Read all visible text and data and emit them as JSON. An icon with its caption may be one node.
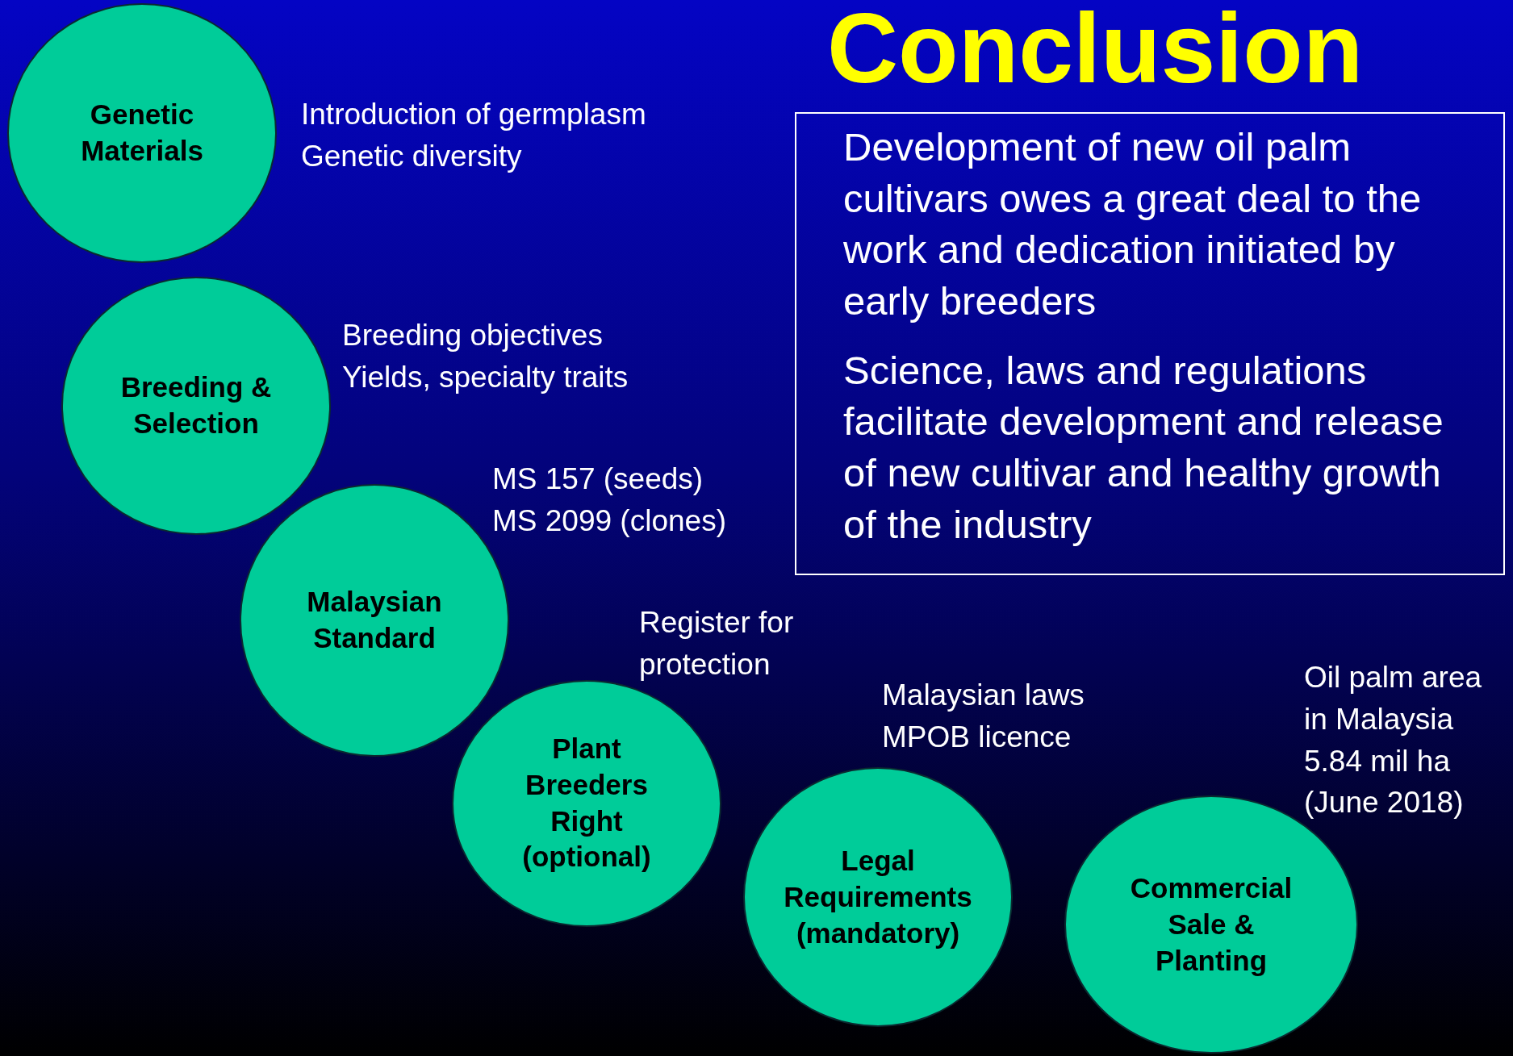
{
  "diagram": {
    "title": "Conclusion",
    "nodes": [
      {
        "text": [
          "Genetic Materials"
        ],
        "beside": [
          "Introduction of germplasm",
          "Genetic diversity"
        ]
      },
      {
        "text": [
          "Breeding & Selection"
        ],
        "beside": [
          "Breeding objectives",
          "Yields, specialty traits"
        ]
      },
      {
        "text": [
          "Malaysian Standard"
        ],
        "beside": [
          "MS 157 (seeds)",
          "MS 2099 (clones)"
        ]
      },
      {
        "text": [
          "Plant Breeders Right (optional)"
        ],
        "beside": [
          "Register for protection"
        ]
      },
      {
        "text": [
          "Legal Requirements (mandatory)"
        ],
        "beside": [
          "Malaysian laws",
          "MPOB licence"
        ]
      },
      {
        "text": [
          "Commercial Sale & Planting"
        ],
        "beside": [
          "Oil palm area in Malaysia",
          "5.84 mil ha",
          "(June 2018)"
        ]
      },
      {
        "text": [
          "Development of new oil palm cultivars owes a great deal to the work and dedication initiated by early breeders",
          "Science, laws and regulations facilitate development and release of new cultivar and healthy growth of the industry"
        ]
      }
    ]
  }
}
